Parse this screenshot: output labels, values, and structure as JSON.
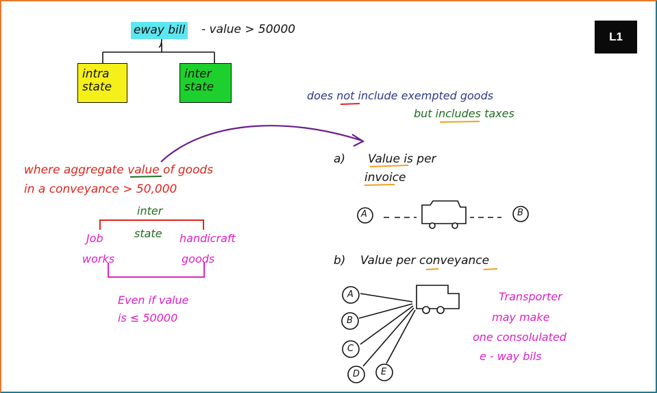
{
  "badge": "L1",
  "eway": {
    "label": "eway bill",
    "condition": "- value > 50000"
  },
  "boxes": {
    "intra": {
      "line1": "intra",
      "line2": "state",
      "color": "#f5ef1a"
    },
    "inter": {
      "line1": "inter",
      "line2": "state",
      "color": "#1ed02d"
    }
  },
  "notes": {
    "line1_a": "does",
    "line1_not": "not",
    "line1_b": "include exempted goods",
    "line2_a": "but",
    "line2_includes": "includes",
    "line2_b": "taxes"
  },
  "red_text": {
    "line1_a": "where aggregate",
    "line1_value": "value",
    "line1_b": "of goods",
    "line2": "in a conveyance > 50,000"
  },
  "inter_state": {
    "inter": "inter",
    "state": "state"
  },
  "magenta": {
    "job": "Job",
    "works": "works",
    "handicraft": "handicraft",
    "goods": "goods",
    "even1": "Even if value",
    "even2": "is ≤ 50000"
  },
  "a_section": {
    "label": "a)",
    "line1_a": "Value",
    "line1_b": "is per",
    "line2": "invoice",
    "node_a": "A",
    "node_b": "B"
  },
  "b_section": {
    "label": "b)",
    "text_a": "Value per",
    "text_b": "conveyance",
    "nodes": [
      "A",
      "B",
      "C",
      "D",
      "E"
    ]
  },
  "transporter": {
    "l1": "Transporter",
    "l2": "may make",
    "l3": "one consolulated",
    "l4": "e - way bils"
  },
  "colors": {
    "navy": "#2b3a8c",
    "green": "#1f6e1f",
    "red": "#e0241c",
    "magenta": "#e020c4",
    "purple": "#6a1e8c",
    "orange": "#f0a020",
    "ink": "#111111"
  }
}
